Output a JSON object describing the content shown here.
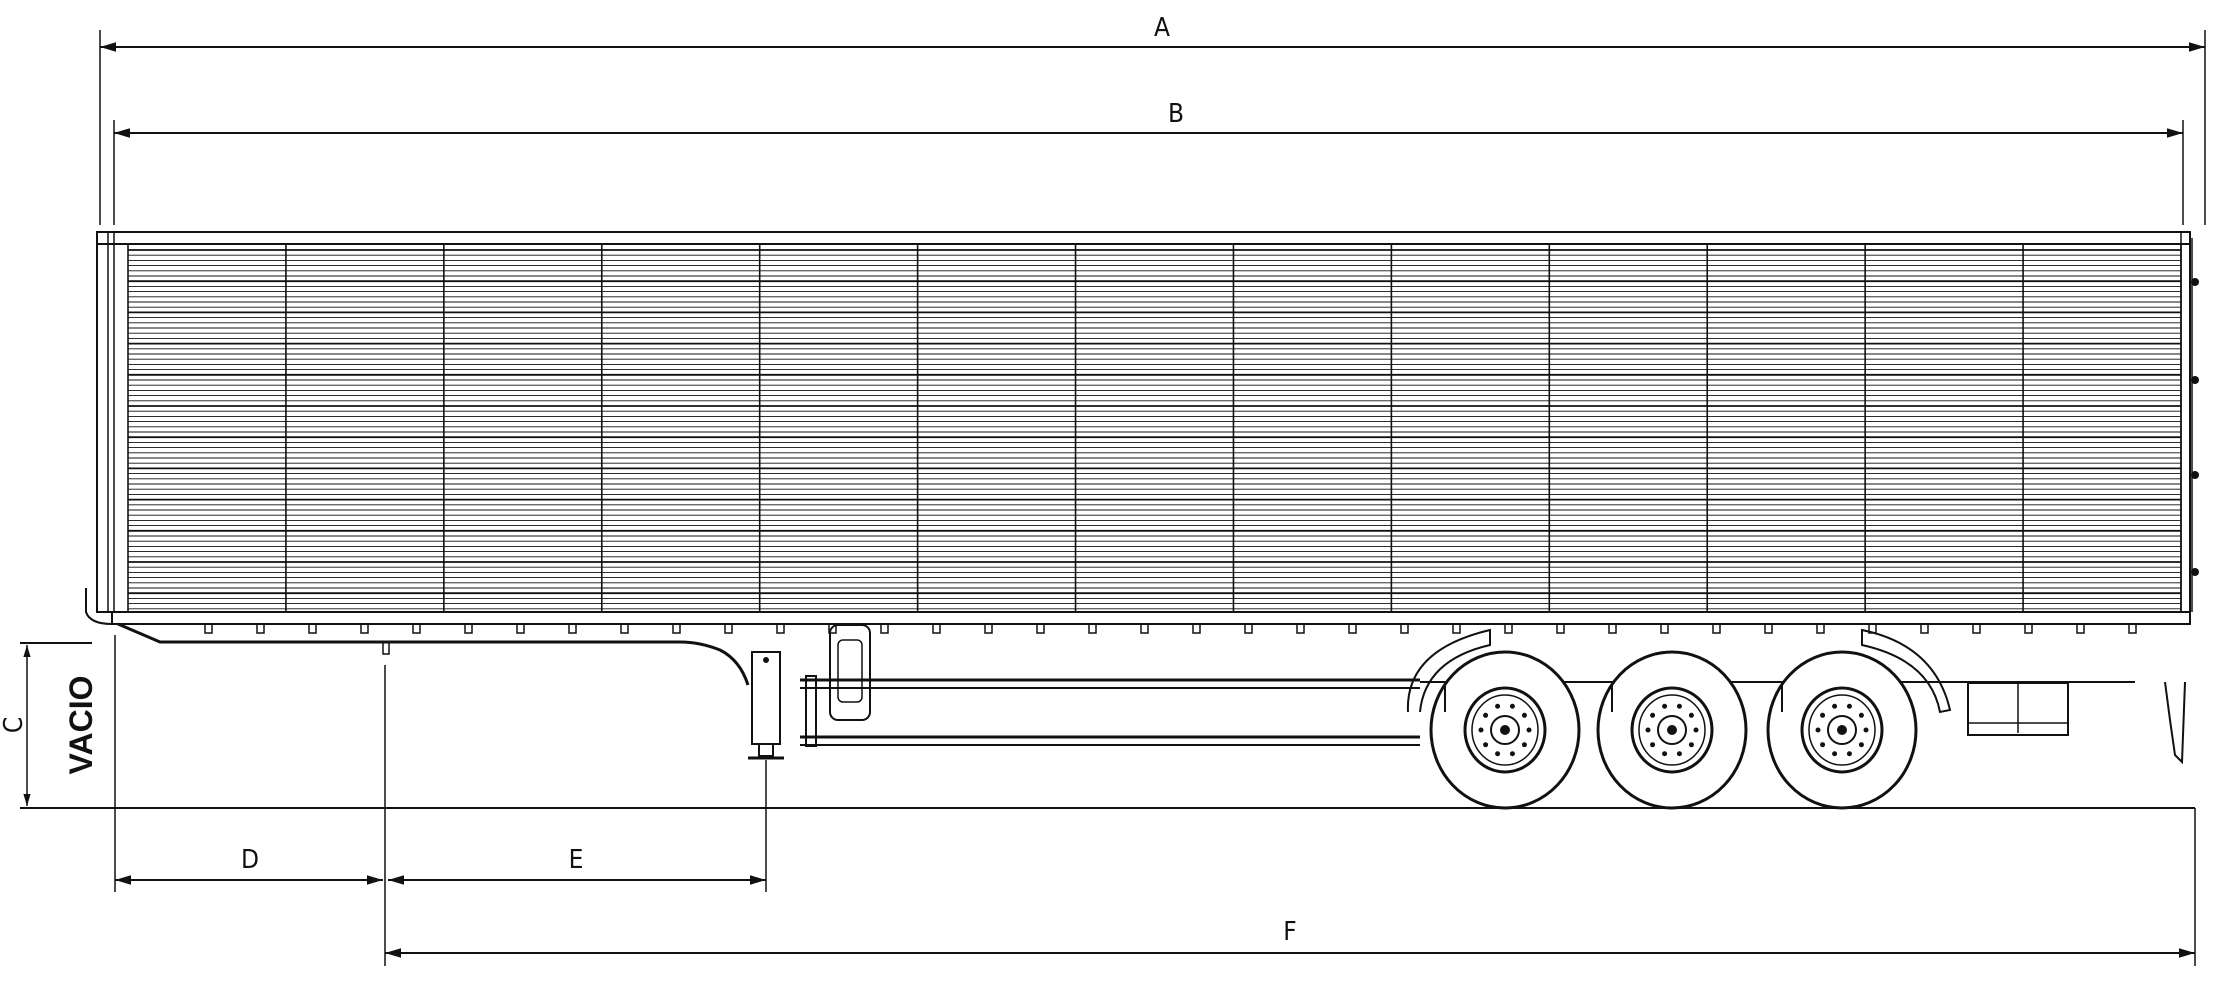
{
  "diagram": {
    "title": "Semi-trailer side elevation dimension drawing",
    "dimensions": {
      "a": "A",
      "b": "B",
      "c": "C",
      "d": "D",
      "e": "E",
      "f": "F"
    },
    "c_note": "VACIO",
    "panel_count": 13,
    "axle_count": 3,
    "line_color": "#111111",
    "background": "#ffffff"
  }
}
